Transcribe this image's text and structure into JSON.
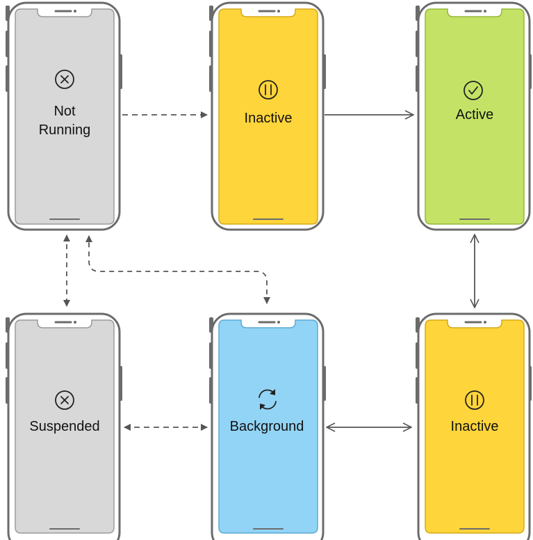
{
  "states": {
    "not_running": {
      "label_line1": "Not",
      "label_line2": "Running",
      "icon": "x-circle-icon",
      "color": "#d8d8d8"
    },
    "inactive_top": {
      "label": "Inactive",
      "icon": "pause-circle-icon",
      "color": "#fed53a"
    },
    "active": {
      "label": "Active",
      "icon": "check-circle-icon",
      "color": "#c4e366"
    },
    "suspended": {
      "label": "Suspended",
      "icon": "x-circle-icon",
      "color": "#d8d8d8"
    },
    "background": {
      "label": "Background",
      "icon": "refresh-cycle-icon",
      "color": "#92d4f5"
    },
    "inactive_bottom": {
      "label": "Inactive",
      "icon": "pause-circle-icon",
      "color": "#fed53a"
    }
  },
  "colors": {
    "phone_frame": "#6b6b6b",
    "arrow": "#555555"
  }
}
